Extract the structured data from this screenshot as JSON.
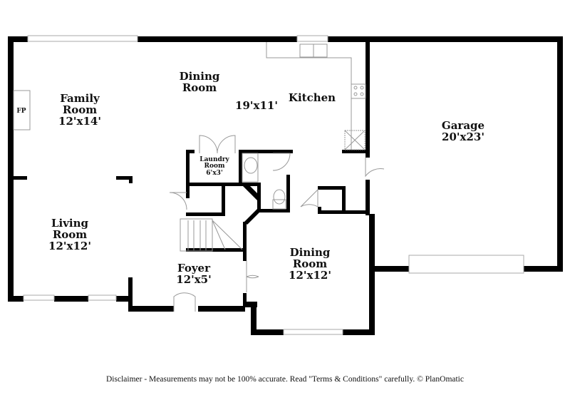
{
  "floorplan": {
    "rooms": [
      {
        "id": "family-room",
        "name_line1": "Family",
        "name_line2": "Room",
        "size": "12'x14'"
      },
      {
        "id": "dining-room-upper",
        "name_line1": "Dining",
        "name_line2": "Room",
        "size": "19'x11'"
      },
      {
        "id": "kitchen",
        "name_line1": "Kitchen"
      },
      {
        "id": "garage",
        "name_line1": "Garage",
        "size": "20'x23'"
      },
      {
        "id": "laundry-room",
        "name_line1": "Laundry",
        "name_line2": "Room",
        "size": "6'x3'"
      },
      {
        "id": "living-room",
        "name_line1": "Living",
        "name_line2": "Room",
        "size": "12'x12'"
      },
      {
        "id": "foyer",
        "name_line1": "Foyer",
        "size": "12'x5'"
      },
      {
        "id": "dining-room-lower",
        "name_line1": "Dining",
        "name_line2": "Room",
        "size": "12'x12'"
      }
    ],
    "fixtures": {
      "fireplace": "FP"
    },
    "colors": {
      "wall": "#000000",
      "fixture": "#999999",
      "background": "#ffffff"
    }
  },
  "footer": {
    "disclaimer": "Disclaimer - Measurements may not be 100% accurate. Read \"Terms & Conditions\" carefully. © PlanOmatic"
  }
}
